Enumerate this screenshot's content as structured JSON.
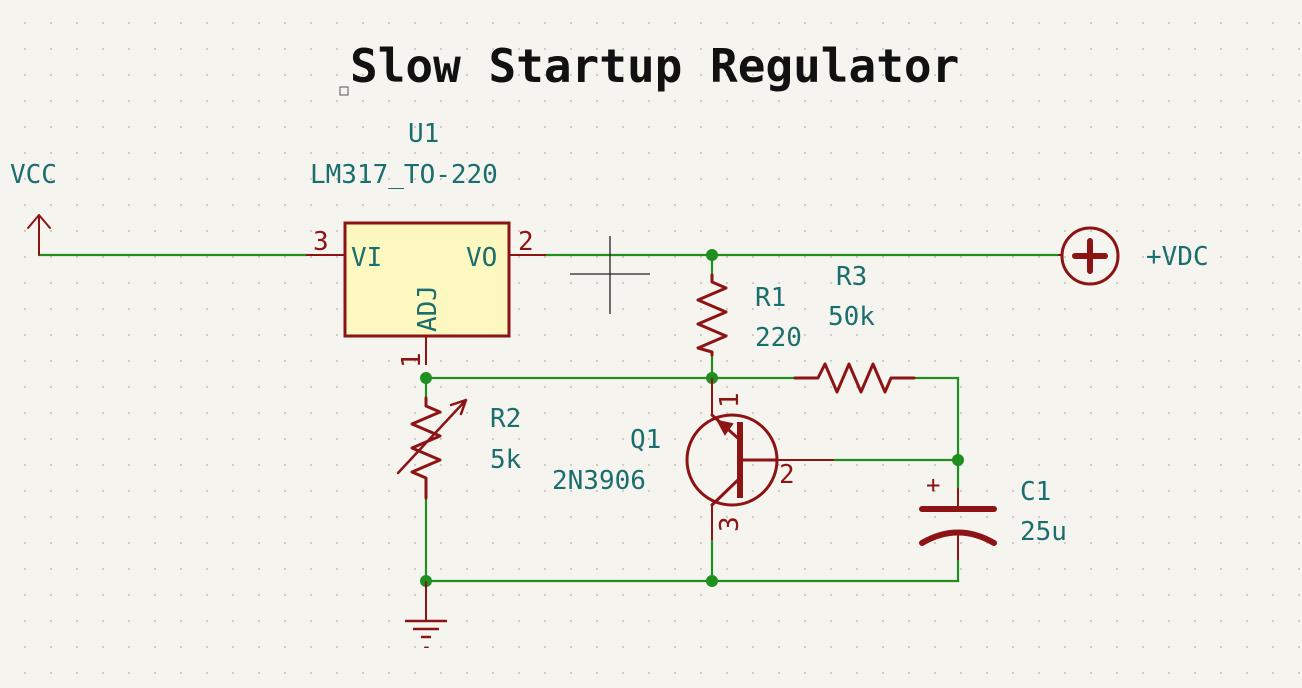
{
  "title": "Slow Startup Regulator",
  "power": {
    "vcc": "VCC",
    "vdc": "+VDC"
  },
  "u1": {
    "ref": "U1",
    "value": "LM317_TO-220",
    "pin_vi_name": "VI",
    "pin_vo_name": "VO",
    "pin_adj_name": "ADJ",
    "pin_vi_num": "3",
    "pin_vo_num": "2",
    "pin_adj_num": "1"
  },
  "r1": {
    "ref": "R1",
    "value": "220"
  },
  "r2": {
    "ref": "R2",
    "value": "5k"
  },
  "r3": {
    "ref": "R3",
    "value": "50k"
  },
  "q1": {
    "ref": "Q1",
    "value": "2N3906",
    "pin_emitter_num": "1",
    "pin_base_num": "2",
    "pin_collector_num": "3"
  },
  "c1": {
    "ref": "C1",
    "value": "25u",
    "polarity": "+"
  },
  "ground": {
    "label": "-"
  },
  "colors": {
    "wire": "#1f8f1f",
    "symbol": "#8c1414",
    "text": "#1a6e6e",
    "ic_fill": "#fdf7c0",
    "background": "#f5f4ef"
  }
}
